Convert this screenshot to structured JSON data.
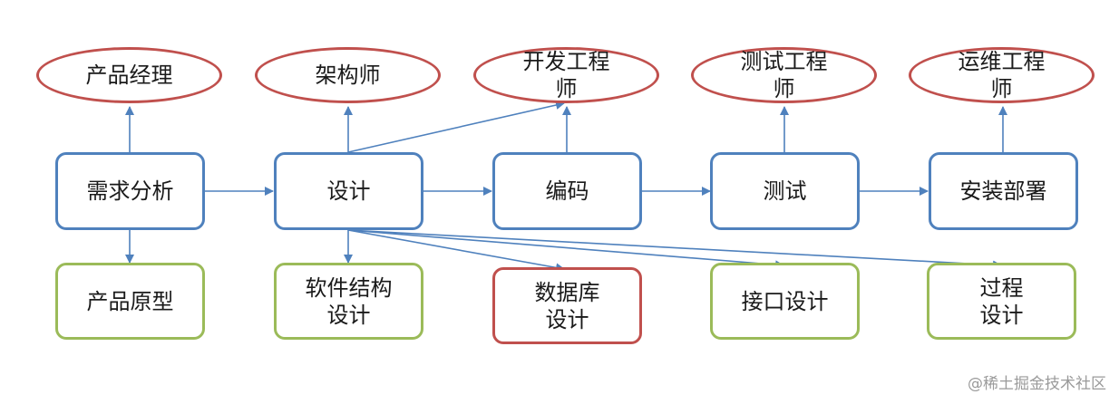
{
  "roles": [
    "产品经理",
    "架构师",
    "开发工程\n师",
    "测试工程\n师",
    "运维工程\n师"
  ],
  "stages": [
    "需求分析",
    "设计",
    "编码",
    "测试",
    "安装部署"
  ],
  "outputs": [
    "产品原型",
    "软件结构\n设计",
    "数据库\n设计",
    "接口设计",
    "过程\n设计"
  ],
  "watermark": "@稀土掘金技术社区",
  "colors": {
    "process": "#4f81bd",
    "output": "#9bbb59",
    "highlight": "#c0504d",
    "arrow": "#4f81bd"
  }
}
